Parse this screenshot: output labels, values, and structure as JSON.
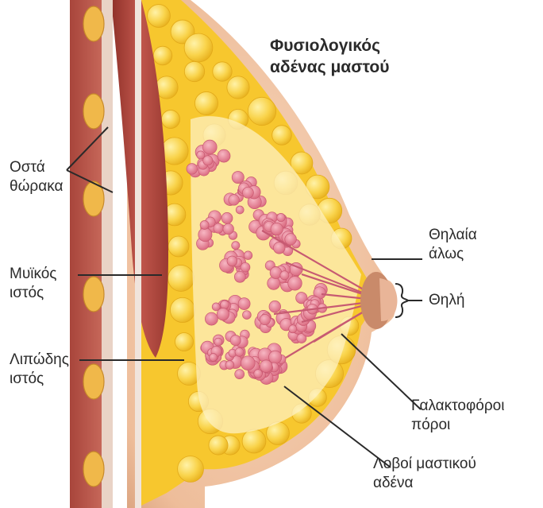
{
  "title": {
    "line1": "Φυσιολογικός",
    "line2": "αδένας μαστού"
  },
  "labels": {
    "ribs": [
      "Οστά",
      "θώρακα"
    ],
    "muscle": [
      "Μυϊκός",
      "ιστός"
    ],
    "fat": [
      "Λιπώδης",
      "ιστός"
    ],
    "areola": [
      "Θηλαία",
      "άλως"
    ],
    "nipple": [
      "Θηλή"
    ],
    "ducts": [
      "Γαλακτοφόροι",
      "πόροι"
    ],
    "lobes": [
      "Λοβοί μαστικού",
      "αδένα"
    ]
  },
  "colors": {
    "skin": "#f2c9a8",
    "fat": "#f7c72e",
    "fat_light": "#fbe27a",
    "muscle": "#b5473f",
    "rib": "#f0b84a",
    "gland": "#e8879a",
    "gland_light": "#f5c3cc"
  }
}
